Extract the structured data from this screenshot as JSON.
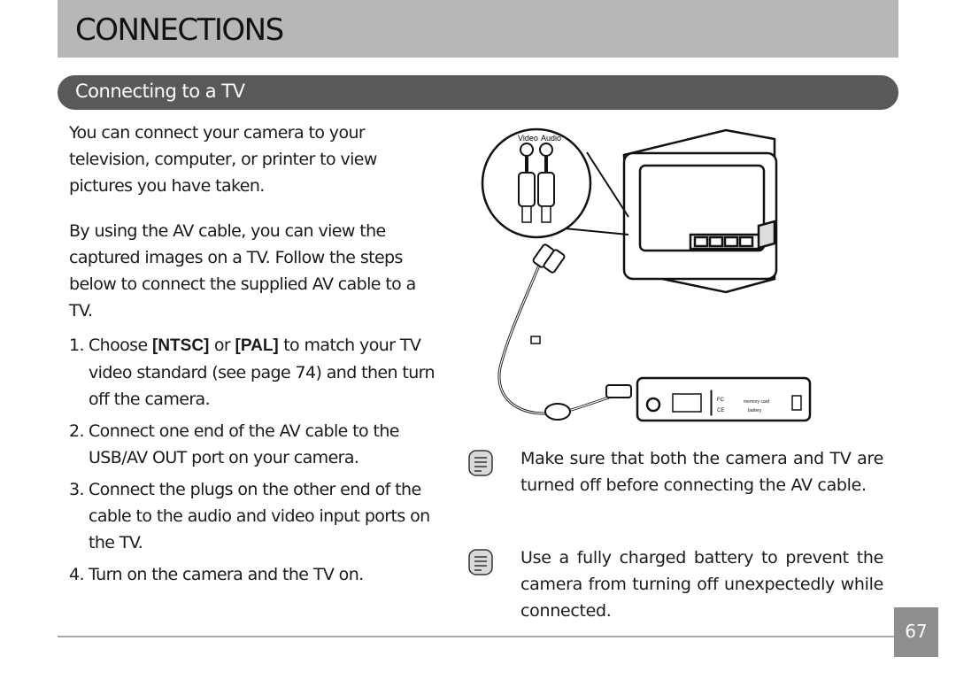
{
  "header": {
    "title": "CONNECTIONS"
  },
  "section": {
    "title": "Connecting to a TV"
  },
  "intro": {
    "p1": "You can connect your camera to your television, computer, or printer to view pictures you have taken.",
    "p2": "By using the AV cable, you can view the captured images on a TV. Follow the steps below to connect the supplied AV cable to a TV."
  },
  "steps": [
    {
      "num": "1.",
      "pre": "Choose ",
      "opt1": "[NTSC]",
      "mid": " or ",
      "opt2": "[PAL]",
      "post": " to match your TV video standard (see page 74) and then turn off the camera."
    },
    {
      "num": "2.",
      "text": "Connect one end of the AV cable to the USB/AV OUT port on your camera."
    },
    {
      "num": "3.",
      "text": "Connect the plugs on the other end of the cable to the audio and video input ports on the TV."
    },
    {
      "num": "4.",
      "text": "Turn on the camera and the TV on."
    }
  ],
  "illustration": {
    "video_label": "Video",
    "audio_label": "Audio",
    "camera_fc": "FC",
    "camera_ce": "CE",
    "camera_memory": "memory card",
    "camera_battery": "battery"
  },
  "notes": [
    {
      "icon": "note-icon",
      "text": "Make sure that both the camera and TV are turned off before connecting the AV cable."
    },
    {
      "icon": "note-icon",
      "text": "Use a fully charged battery to prevent the camera from turning off unexpectedly while connected."
    }
  ],
  "footer": {
    "page_number": "67"
  }
}
